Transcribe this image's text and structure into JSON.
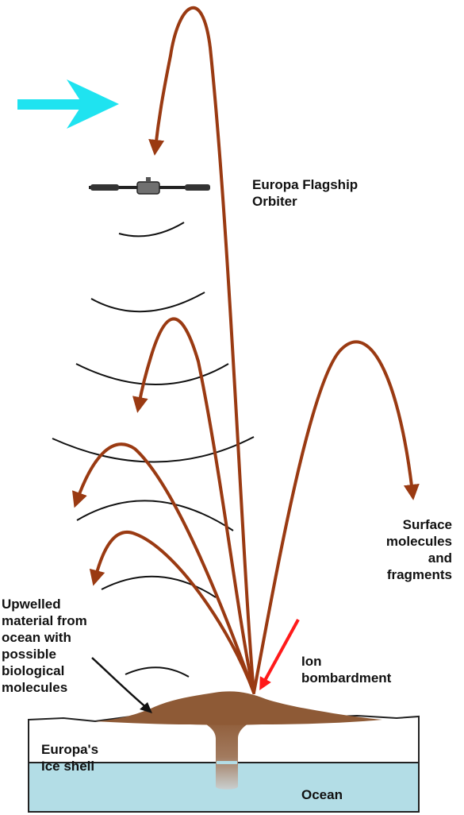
{
  "labels": {
    "orbiter": "Europa Flagship\nOrbiter",
    "surface": "Surface\nmolecules\nand\nfragments",
    "upwelled": "Upwelled\nmaterial from\nocean with\npossible\nbiological\nmolecules",
    "ion": "Ion\nbombardment",
    "ice_shell": "Europa's\nIce shell",
    "ocean": "Ocean"
  },
  "colors": {
    "trajectory": "#9a3a12",
    "incoming_arrow": "#1fe3f0",
    "ion_arrow": "#ff1a1a",
    "upwelling": "#8e5a36",
    "ocean": "#b3dde6",
    "ice": "#ffffff",
    "wave": "#111111"
  }
}
